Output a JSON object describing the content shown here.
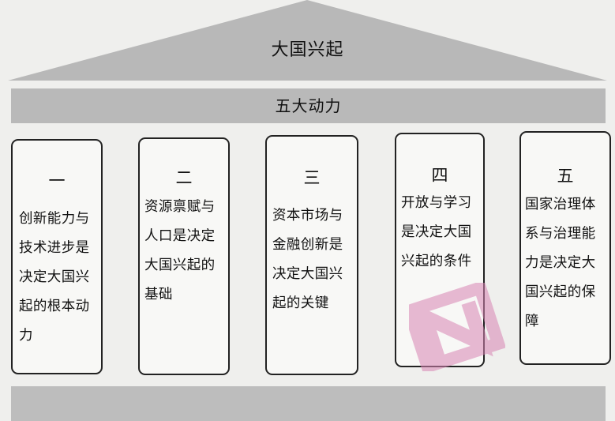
{
  "roof": {
    "title": "大国兴起"
  },
  "beam": {
    "title": "五大动力"
  },
  "pillars": [
    {
      "number": "一",
      "lines": [
        "创新能力与",
        "技术进步是",
        "决定大国兴",
        "起的根本动",
        "力"
      ]
    },
    {
      "number": "二",
      "lines": [
        "资源禀赋与",
        "人口是决定",
        "大国兴起的",
        "基础"
      ]
    },
    {
      "number": "三",
      "lines": [
        "资本市场与",
        "金融创新是",
        "决定大国兴",
        "起的关键"
      ]
    },
    {
      "number": "四",
      "lines": [
        "开放与学习",
        "是决定大国",
        "兴起的条件"
      ]
    },
    {
      "number": "五",
      "lines": [
        "国家治理体",
        "系与治理能",
        "力是决定大",
        "国兴起的保",
        "障"
      ]
    }
  ],
  "colors": {
    "roof": "#b8b8b8",
    "beam": "#b9b9b9",
    "floor": "#bdbdbd",
    "watermark": "#d985b4"
  }
}
